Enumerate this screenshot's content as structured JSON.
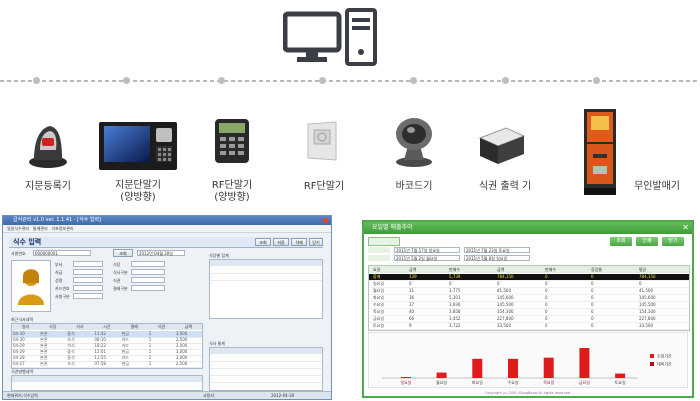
{
  "devices": [
    {
      "key": "fingerprint_reg",
      "label": "지문등록기",
      "sub": ""
    },
    {
      "key": "fingerprint_term",
      "label": "지문단말기",
      "sub": "(양방향)"
    },
    {
      "key": "rf_term_bi",
      "label": "RF단말기",
      "sub": "(양방향)"
    },
    {
      "key": "rf_term",
      "label": "RF단말기",
      "sub": ""
    },
    {
      "key": "barcode",
      "label": "바코드기",
      "sub": ""
    },
    {
      "key": "ticket_printer",
      "label": "식권 출력 기",
      "sub": ""
    },
    {
      "key": "kiosk",
      "label": "무인발매기",
      "sub": ""
    }
  ],
  "left_window": {
    "title": "급식관리 v1.0 ver. 1.1.41 - [식수 입력]",
    "menu": [
      "일일식수관리",
      "통계관리",
      "기초정보관리"
    ],
    "heading": "식수 입력",
    "toolbar_buttons": [
      "조회",
      "저장",
      "삭제",
      "닫기"
    ],
    "emp_no": "000000001",
    "emp_no_label": "사원번호",
    "date": "2012년 04월 30일",
    "fields_left": [
      "부서",
      "직급",
      "성명",
      "카드번호",
      "사원구분"
    ],
    "fields_right": [
      "식당",
      "식사구분",
      "식권",
      "결제구분"
    ],
    "status_bar": [
      "현재위치:식수입력",
      "사용자",
      "2012-04-30"
    ],
    "section_recent": "최근식사내역",
    "section_bottom": "식권발행내역",
    "section_right_top": "식당별 집계",
    "section_right_bottom": "식사 통계",
    "recent_cols": [
      "일자",
      "식당",
      "식사",
      "시간",
      "결제",
      "식권",
      "금액"
    ],
    "recent_rows": [
      [
        "04-30",
        "본관",
        "중식",
        "11:42",
        "현금",
        "1",
        "3,000"
      ],
      [
        "04-30",
        "본관",
        "조식",
        "08:10",
        "카드",
        "1",
        "2,500"
      ],
      [
        "04-29",
        "본관",
        "석식",
        "18:22",
        "카드",
        "1",
        "3,000"
      ],
      [
        "04-29",
        "본관",
        "중식",
        "12:01",
        "현금",
        "1",
        "3,000"
      ],
      [
        "04-28",
        "본관",
        "중식",
        "11:55",
        "카드",
        "1",
        "3,000"
      ],
      [
        "04-27",
        "본관",
        "조식",
        "07:58",
        "현금",
        "1",
        "2,500"
      ]
    ]
  },
  "right_window": {
    "title": "요일별 매출추이",
    "period_label": "2011년 7월 17일 일요일",
    "period_label2": "2011년 7월 23일 토요일",
    "compare_label": "2011년 5월 2일 월요일",
    "compare_label2": "2011년 5월 8일 일요일",
    "buttons": [
      "조회",
      "인쇄",
      "닫기"
    ],
    "cols": [
      "요일",
      "금액",
      "판매수",
      "금액",
      "판매수",
      "증감율",
      "평균"
    ],
    "rows": [
      [
        "합계",
        "139",
        "5,739",
        "784,150",
        "0",
        "0",
        "784,150"
      ],
      [
        "일요일",
        "0",
        "0",
        "0",
        "0",
        "0",
        "0"
      ],
      [
        "월요일",
        "11",
        "3,775",
        "41,500",
        "0",
        "0",
        "41,500"
      ],
      [
        "화요일",
        "36",
        "5,301",
        "145,600",
        "0",
        "0",
        "145,600"
      ],
      [
        "수요일",
        "37",
        "3,930",
        "145,500",
        "0",
        "0",
        "145,500"
      ],
      [
        "목요일",
        "40",
        "3,858",
        "154,300",
        "0",
        "0",
        "154,300"
      ],
      [
        "금요일",
        "66",
        "3,452",
        "227,800",
        "0",
        "0",
        "227,800"
      ],
      [
        "토요일",
        "9",
        "3,722",
        "33,500",
        "0",
        "0",
        "33,500"
      ]
    ],
    "chart_days": [
      "일요일",
      "월요일",
      "화요일",
      "수요일",
      "목요일",
      "금요일",
      "토요일"
    ],
    "chart_values": [
      0,
      41500,
      145600,
      145500,
      154300,
      227800,
      33500
    ],
    "legend": [
      "조회기간",
      "대비기간"
    ],
    "footer": "Copyright (c) 2000 DongBang All rights reserved.",
    "colors": {
      "bar": "#e01b1b",
      "frame": "#4fa84a"
    }
  }
}
